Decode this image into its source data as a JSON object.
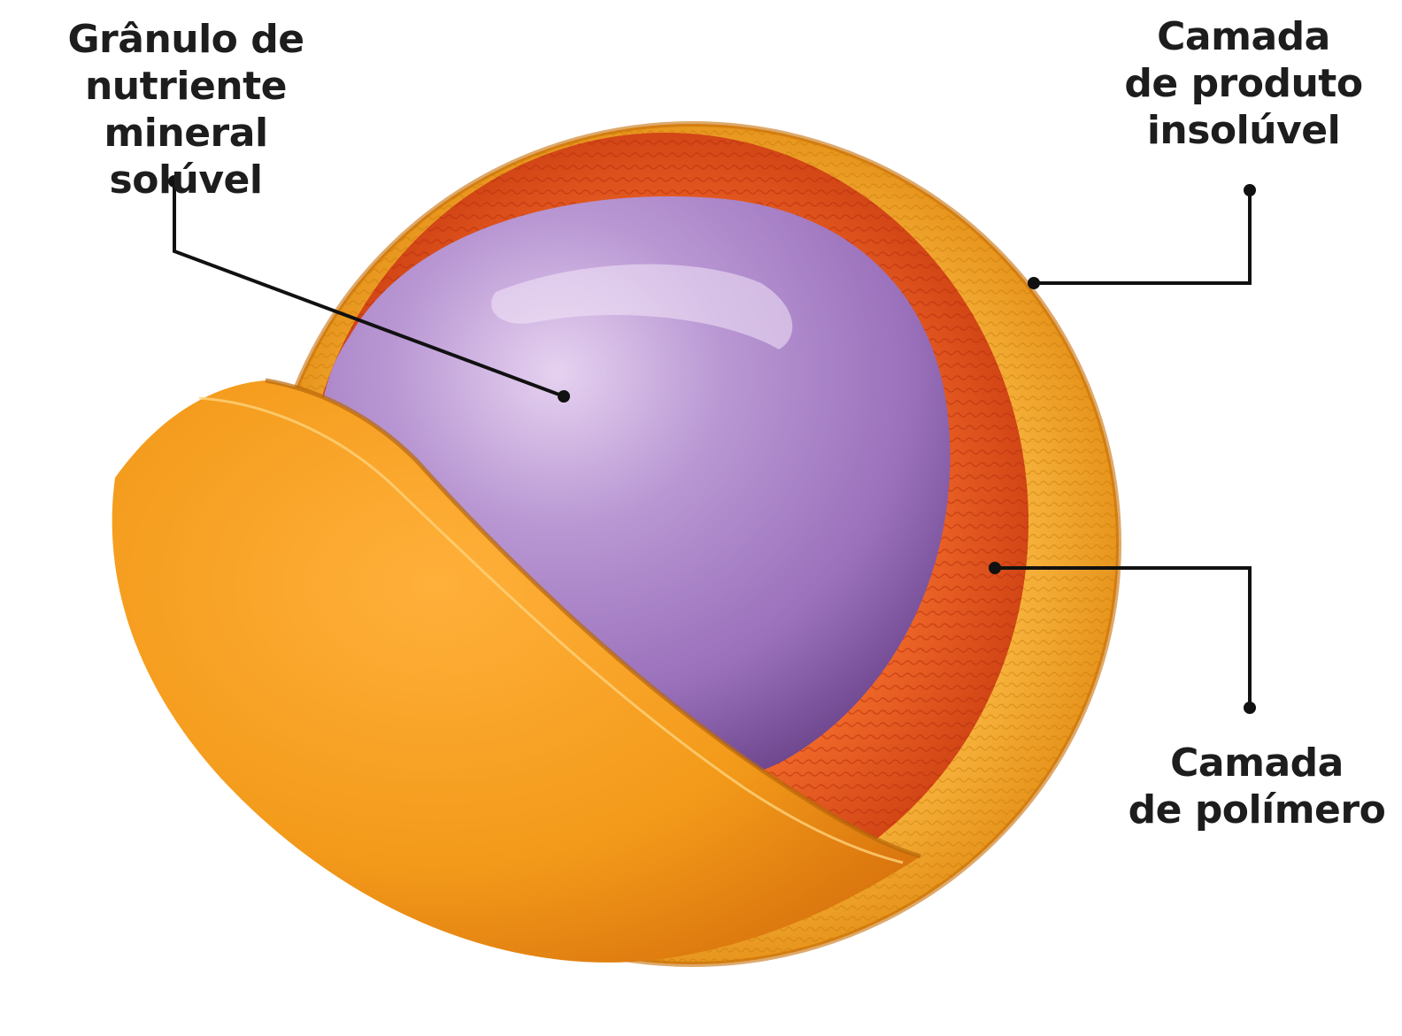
{
  "diagram": {
    "labels": {
      "granule": [
        "Grânulo de",
        "nutriente mineral",
        "solúvel"
      ],
      "insoluble_layer": [
        "Camada",
        "de produto",
        "insolúvel"
      ],
      "polymer_layer": [
        "Camada",
        "de polímero"
      ]
    },
    "colors": {
      "outer_shell": "#f39a1a",
      "outer_shell_dark": "#d9720a",
      "polymer_layer": "#e0521c",
      "granule": "#a77fc4",
      "leader_line": "#111111"
    }
  }
}
